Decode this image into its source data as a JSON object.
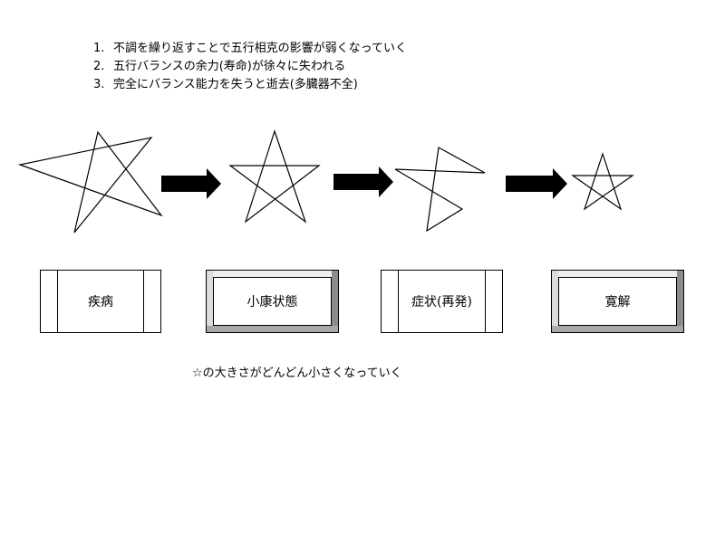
{
  "notes": [
    {
      "num": "1.",
      "text": "不調を繰り返すことで五行相克の影響が弱くなっていく"
    },
    {
      "num": "2.",
      "text": "五行バランスの余力(寿命)が徐々に失われる"
    },
    {
      "num": "3.",
      "text": "完全にバランス能力を失うと逝去(多臓器不全)"
    }
  ],
  "stages": [
    {
      "label": "疾病",
      "style": "flat"
    },
    {
      "label": "小康状態",
      "style": "bevel"
    },
    {
      "label": "症状(再発)",
      "style": "flat"
    },
    {
      "label": "寛解",
      "style": "bevel"
    }
  ],
  "caption": "☆の大きさがどんどん小さくなっていく",
  "colors": {
    "line": "#000000",
    "arrow": "#000000",
    "bevel": "#bdbdbd"
  }
}
